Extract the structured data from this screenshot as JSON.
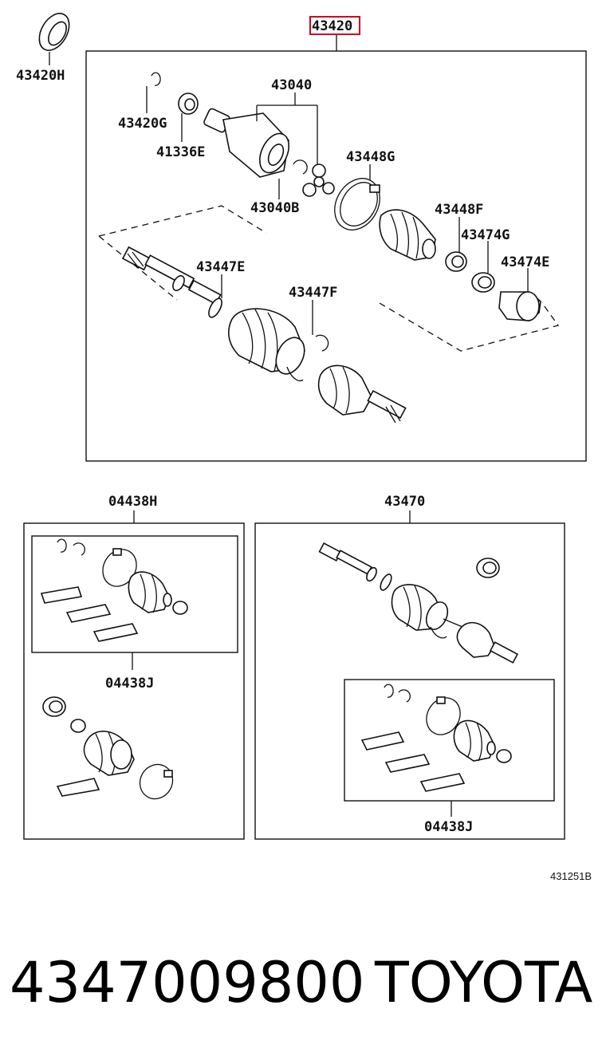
{
  "main_assembly": {
    "label": "43420",
    "highlight_color": "#d0021b"
  },
  "labels": {
    "outer_seal": "43420H",
    "snap_ring_g": "43420G",
    "bearing": "41336E",
    "inner_joint": "43040",
    "snap_ring_b": "43040B",
    "clamp_g": "43448G",
    "clamp_f": "43448F",
    "boot_band_g": "43474G",
    "damper": "43474E",
    "shaft_e": "43447E",
    "shaft_f": "43447F",
    "kit_h": "04438H",
    "kit_j_left": "04438J",
    "shaft_assy": "43470",
    "kit_j_right": "04438J"
  },
  "diagram_code": "431251B",
  "footer": {
    "part_number": "4347009800",
    "brand": "TOYOTA"
  }
}
